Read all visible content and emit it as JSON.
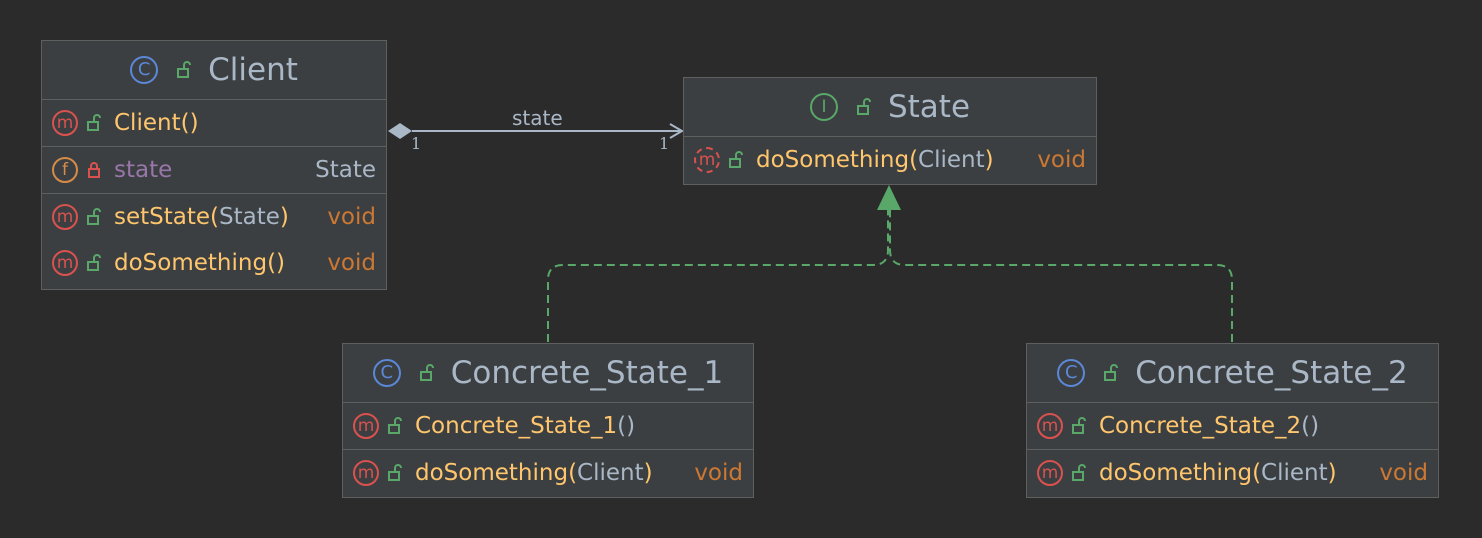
{
  "classes": {
    "client": {
      "name": "Client",
      "kind_icon": "class-icon",
      "kind_glyph": "C",
      "constructor": {
        "name": "Client",
        "open": "(",
        "close": ")"
      },
      "field": {
        "name": "state",
        "type": "State"
      },
      "methods": [
        {
          "name": "setState",
          "open": "(",
          "param": "State",
          "close": ")",
          "return": "void"
        },
        {
          "name": "doSomething",
          "open": "(",
          "param": "",
          "close": ")",
          "return": "void"
        }
      ]
    },
    "state": {
      "name": "State",
      "kind_icon": "interface-icon",
      "kind_glyph": "I",
      "methods": [
        {
          "name": "doSomething",
          "open": "(",
          "param": "Client",
          "close": ")",
          "return": "void"
        }
      ]
    },
    "concrete1": {
      "name": "Concrete_State_1",
      "kind_glyph": "C",
      "constructor": {
        "name": "Concrete_State_1",
        "open": "(",
        "close": ")"
      },
      "methods": [
        {
          "name": "doSomething",
          "open": "(",
          "param": "Client",
          "close": ")",
          "return": "void"
        }
      ]
    },
    "concrete2": {
      "name": "Concrete_State_2",
      "kind_glyph": "C",
      "constructor": {
        "name": "Concrete_State_2",
        "open": "(",
        "close": ")"
      },
      "methods": [
        {
          "name": "doSomething",
          "open": "(",
          "param": "Client",
          "close": ")",
          "return": "void"
        }
      ]
    }
  },
  "badges": {
    "method": "m",
    "field": "f"
  },
  "association": {
    "label": "state",
    "source_mult": "1",
    "target_mult": "1"
  },
  "colors": {
    "background": "#2b2b2b",
    "node_fill": "#3c3f41",
    "node_border": "#5e6060",
    "method_name": "#ffc66d",
    "return_type": "#cc7832",
    "field_name": "#9876aa",
    "text": "#a9b7c6",
    "class_icon": "#5b88d8",
    "interface_icon": "#59a869",
    "method_icon": "#d9524f",
    "realization_edge": "#59a869",
    "association_edge": "#a9b7c6"
  }
}
